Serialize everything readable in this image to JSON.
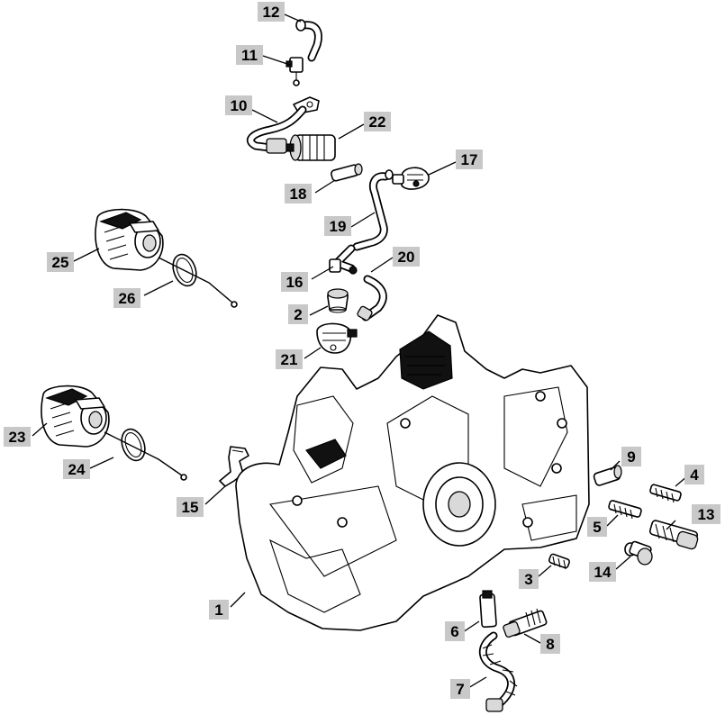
{
  "callouts": [
    {
      "id": "1"
    },
    {
      "id": "2"
    },
    {
      "id": "3"
    },
    {
      "id": "4"
    },
    {
      "id": "5"
    },
    {
      "id": "6"
    },
    {
      "id": "7"
    },
    {
      "id": "8"
    },
    {
      "id": "9"
    },
    {
      "id": "10"
    },
    {
      "id": "11"
    },
    {
      "id": "12"
    },
    {
      "id": "13"
    },
    {
      "id": "14"
    },
    {
      "id": "15"
    },
    {
      "id": "16"
    },
    {
      "id": "17"
    },
    {
      "id": "18"
    },
    {
      "id": "19"
    },
    {
      "id": "20"
    },
    {
      "id": "21"
    },
    {
      "id": "22"
    },
    {
      "id": "23"
    },
    {
      "id": "24"
    },
    {
      "id": "25"
    },
    {
      "id": "26"
    }
  ],
  "colors": {
    "label_background": "#c8c8c8",
    "line": "#000000",
    "background": "#ffffff"
  }
}
